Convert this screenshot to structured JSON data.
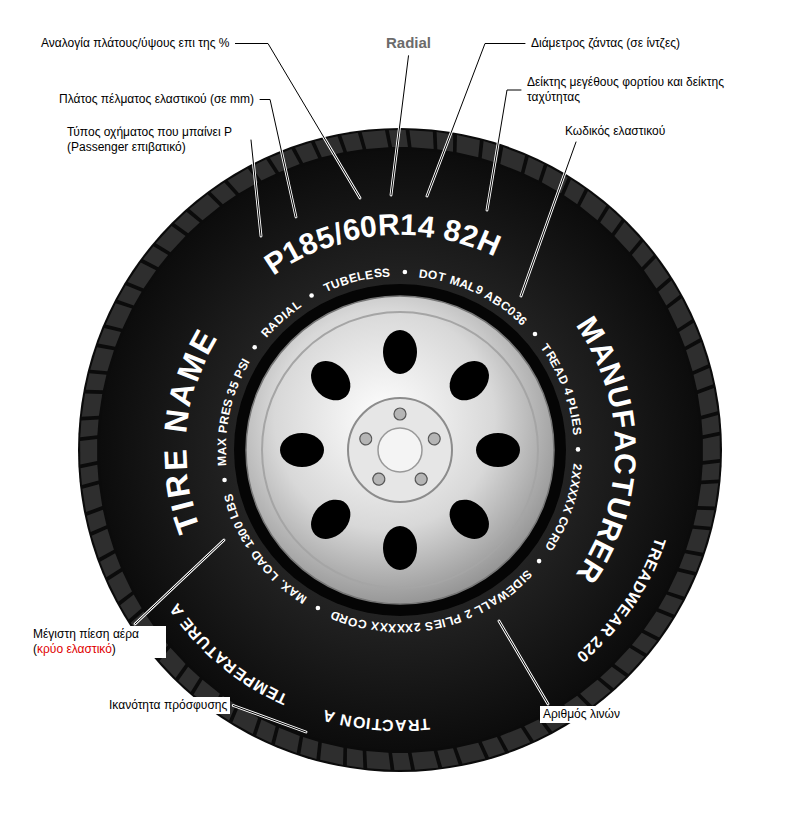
{
  "diagram": {
    "labels": [
      "Αναλογία πλάτους/ύψους επι της %",
      "Radial",
      "Διάμετρος ζάντας (σε ίντζες)",
      "Πλάτος πέλματος ελαστικού (σε mm)",
      "Δείκτης μεγέθους φορτίου και δείκτης ταχύτητας",
      "Κωδικός ελαστικού",
      "Τύπος οχήματος που μπαίνει P (Passenger επιβατικό)",
      "P185/60R14 82H",
      "MAX PRES 35 PSI",
      "RADIAL",
      "TUBELESS",
      "DOT MAL9 ABC036",
      "TREAD 4 PLIES",
      "2XXXXX CORD",
      "SIDEWALL 2 PLIES 2XXXXX CORD",
      "MAX. LOAD 1300 LBS",
      "TIRE NAME",
      "MANUFACTURER",
      "TREADWEAR 220",
      "TRACTION A",
      "TEMPERATURE A",
      "Μέγιστη πίεση αέρα (",
      "κρύο ελαστικό",
      ")",
      "Ικανότητα πρόσφυσης",
      "Αριθμός λινών"
    ]
  }
}
